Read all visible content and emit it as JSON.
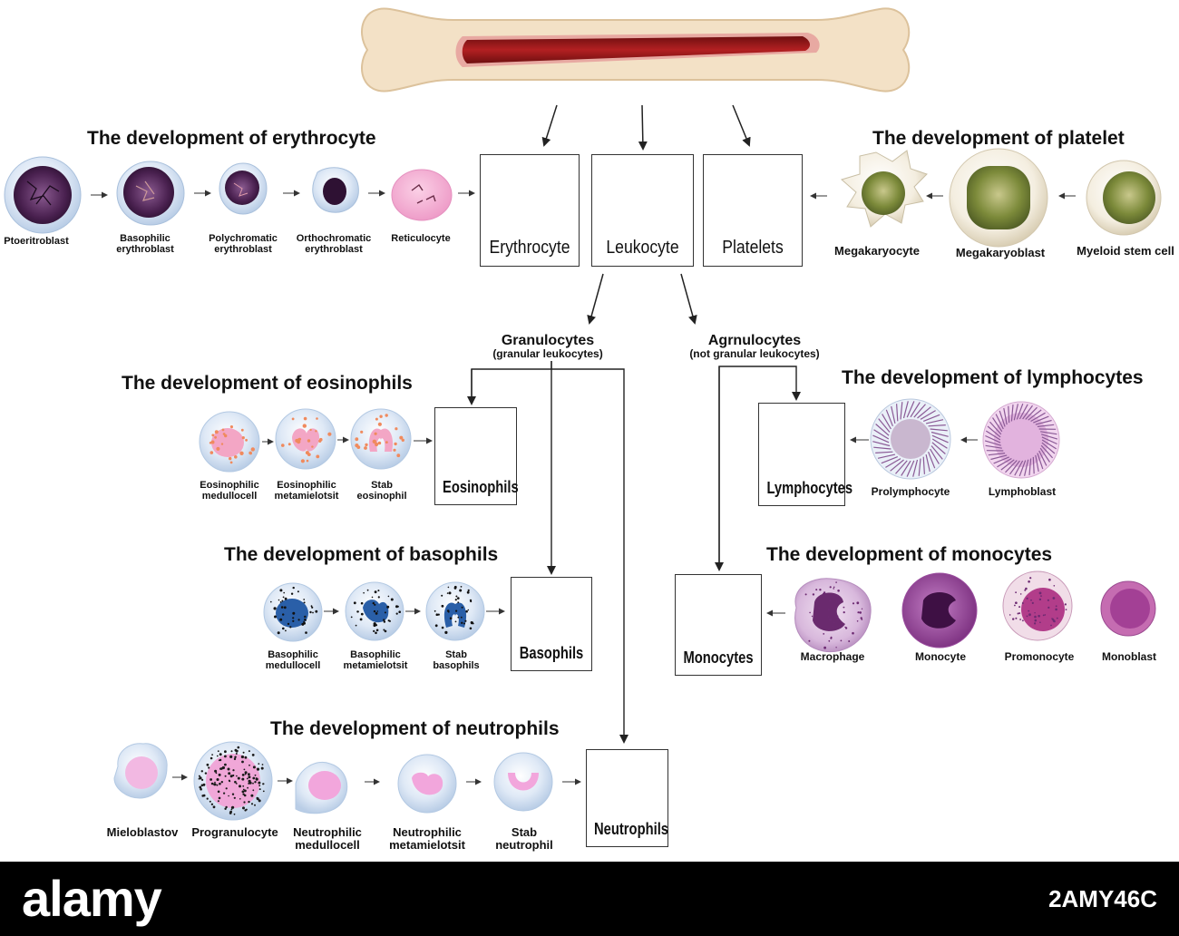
{
  "headings": {
    "erythrocyte": "The development of erythrocyte",
    "platelet": "The development of platelet",
    "eosinophils": "The development of eosinophils",
    "basophils": "The development of basophils",
    "neutrophils": "The development of neutrophils",
    "lymphocytes": "The development of lymphocytes",
    "monocytes": "The development of monocytes"
  },
  "main_boxes": {
    "erythrocyte": "Erythrocyte",
    "leukocyte": "Leukocyte",
    "platelets": "Platelets"
  },
  "groups": {
    "granulocytes": {
      "title": "Granulocytes",
      "sub": "(granular leukocytes)"
    },
    "agranulocytes": {
      "title": "Agrnulocytes",
      "sub": "(not granular leukocytes)"
    }
  },
  "erythro_cells": [
    {
      "label": "Ptoeritroblast"
    },
    {
      "label": "Basophilic\nerythroblast"
    },
    {
      "label": "Polychromatic\nerythroblast"
    },
    {
      "label": "Orthochromatic\nerythroblast"
    },
    {
      "label": "Reticulocyte"
    }
  ],
  "platelet_cells": [
    {
      "label": "Megakaryocyte"
    },
    {
      "label": "Megakaryoblast"
    },
    {
      "label": "Myeloid stem cell"
    }
  ],
  "eosino_cells": [
    {
      "label": "Eosinophilic\nmedullocell"
    },
    {
      "label": "Eosinophilic\nmetamielotsit"
    },
    {
      "label": "Stab\neosinophil"
    }
  ],
  "baso_cells": [
    {
      "label": "Basophilic\nmedullocell"
    },
    {
      "label": "Basophilic\nmetamielotsit"
    },
    {
      "label": "Stab\nbasophils"
    }
  ],
  "neutro_cells": [
    {
      "label": "Mieloblastov"
    },
    {
      "label": "Progranulocyte"
    },
    {
      "label": "Neutrophilic\nmedullocell"
    },
    {
      "label": "Neutrophilic\nmetamielotsit"
    },
    {
      "label": "Stab\nneutrophil"
    }
  ],
  "lympho_cells": [
    {
      "label": "Prolymphocyte"
    },
    {
      "label": "Lymphoblast"
    }
  ],
  "mono_cells": [
    {
      "label": "Macrophage"
    },
    {
      "label": "Monocyte"
    },
    {
      "label": "Promonocyte"
    },
    {
      "label": "Monoblast"
    }
  ],
  "final_boxes": {
    "eosinophils": "Eosinophils",
    "basophils": "Basophils",
    "neutrophils": "Neutrophils",
    "lymphocytes": "Lymphocytes",
    "monocytes": "Monocytes"
  },
  "footer": {
    "logo": "alamy",
    "stock_id": "2AMY46C"
  },
  "colors": {
    "bone": "#f2dfc4",
    "marrow": "#9c1c1c",
    "erythrocyte_red": "#d8232a",
    "eosin_granule": "#f08a5d",
    "basophil_nucleus": "#2a5fa8",
    "monocyte_purple": "#8e3f8e"
  }
}
